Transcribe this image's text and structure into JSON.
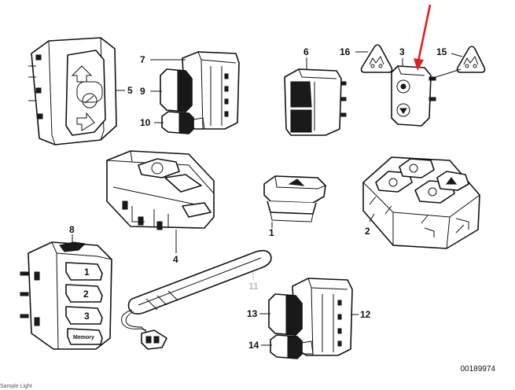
{
  "diagram": {
    "reference_number": "00189974",
    "footer_caption": "Sample Light",
    "callouts": [
      "5",
      "7",
      "9",
      "10",
      "6",
      "16",
      "3",
      "15",
      "4",
      "1",
      "2",
      "8",
      "11",
      "12",
      "13",
      "14"
    ],
    "button_labels": {
      "memory_1": "1",
      "memory_2": "2",
      "memory_3": "3",
      "memory_store": "Memory"
    },
    "colors": {
      "arrow": "#e0201b",
      "line": "#111111",
      "faded": "#bdbdbd"
    }
  }
}
